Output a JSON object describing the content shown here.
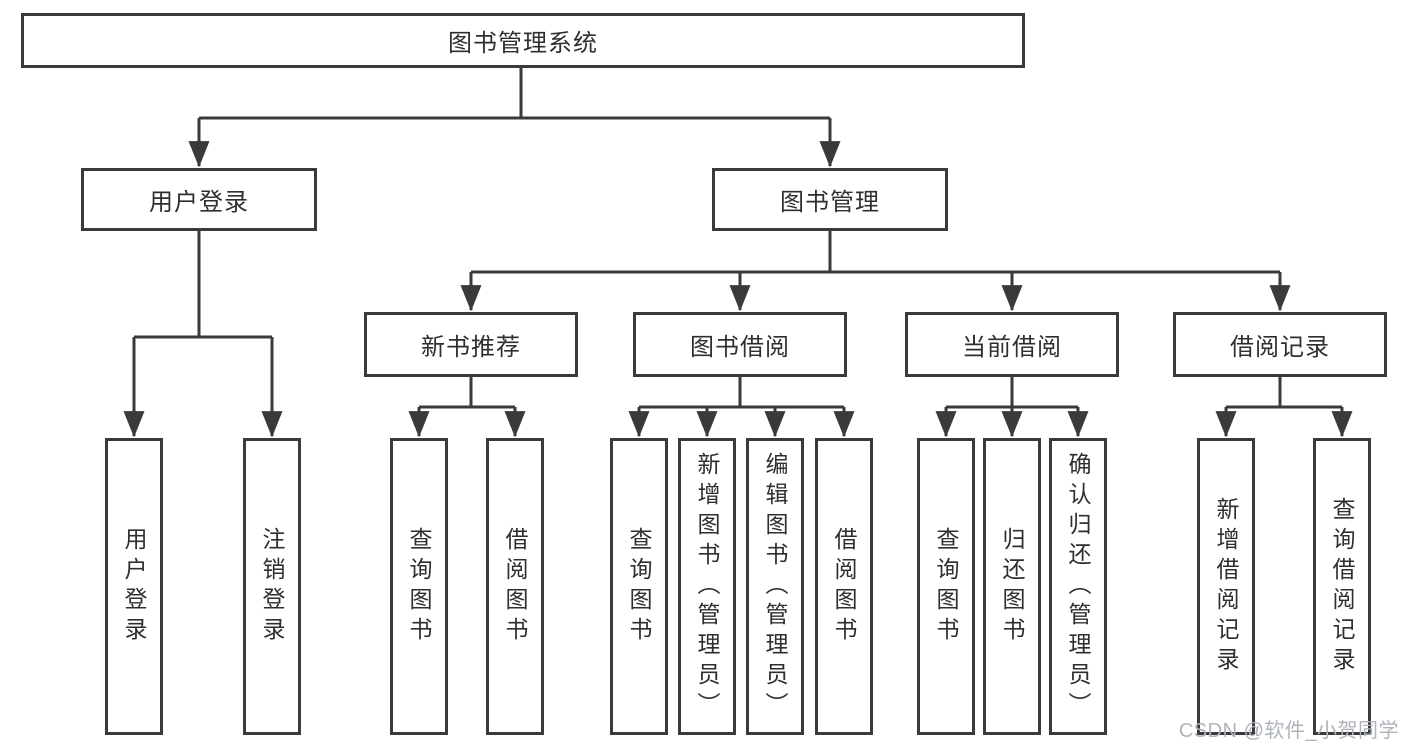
{
  "colors": {
    "line": "#3a3a3a",
    "text": "#2f2f2f",
    "watermark": "#aeb3bb",
    "background": "#ffffff"
  },
  "watermark": {
    "text": "CSDN @软件_小贺同学"
  },
  "tree": {
    "root": {
      "label": "图书管理系统",
      "children": [
        {
          "label": "用户登录",
          "children": [
            {
              "label": "用户登录"
            },
            {
              "label": "注销登录"
            }
          ]
        },
        {
          "label": "图书管理",
          "children": [
            {
              "label": "新书推荐",
              "children": [
                {
                  "label": "查询图书"
                },
                {
                  "label": "借阅图书"
                }
              ]
            },
            {
              "label": "图书借阅",
              "children": [
                {
                  "label": "查询图书"
                },
                {
                  "label": "新增图书（管理员）"
                },
                {
                  "label": "编辑图书（管理员）"
                },
                {
                  "label": "借阅图书"
                }
              ]
            },
            {
              "label": "当前借阅",
              "children": [
                {
                  "label": "查询图书"
                },
                {
                  "label": "归还图书"
                },
                {
                  "label": "确认归还（管理员）"
                }
              ]
            },
            {
              "label": "借阅记录",
              "children": [
                {
                  "label": "新增借阅记录"
                },
                {
                  "label": "查询借阅记录"
                }
              ]
            }
          ]
        }
      ]
    }
  }
}
